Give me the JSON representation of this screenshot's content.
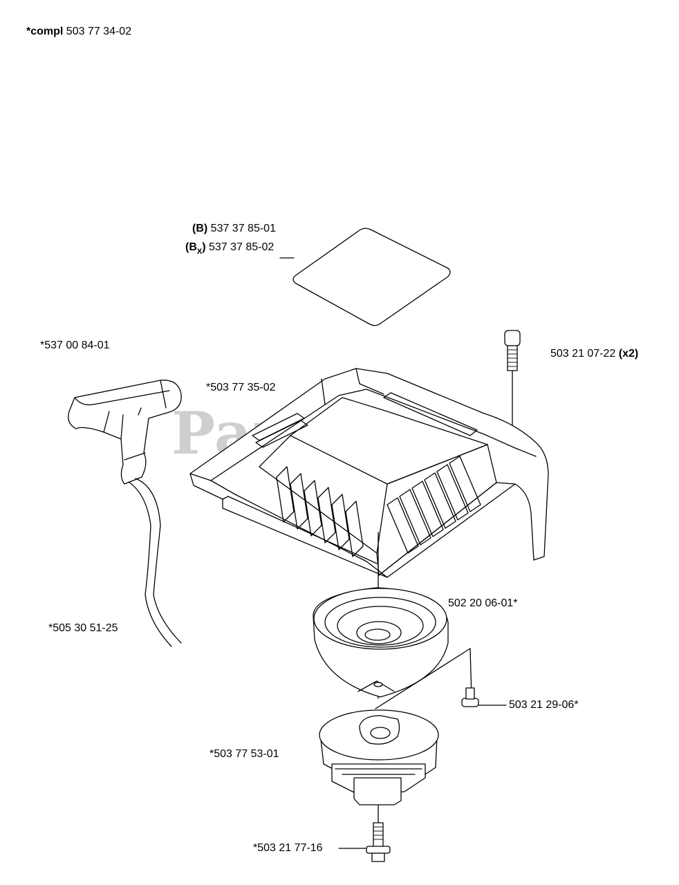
{
  "labels": {
    "compl_prefix": "*compl",
    "compl_number": " 503 77 34-02",
    "b_prefix": "(B)",
    "b_number": " 537 37 85-01",
    "bx_prefix": "(B",
    "bx_sub": "X",
    "bx_suffix": ")",
    "bx_number": " 537 37 85-02",
    "handle": "*537 00 84-01",
    "cover": "*503 77 35-02",
    "screw_top": "503 21 07-22 ",
    "screw_top_qty": "(x2)",
    "rope": "*505 30 51-25",
    "spring": "502 20 06-01*",
    "screw_small": "503 21 29-06*",
    "pulley": "*503 77 53-01",
    "screw_bottom": "*503 21 77-16"
  },
  "watermark": {
    "text": "PartsTree",
    "mark": "™",
    "color": "#cfcfcf"
  }
}
